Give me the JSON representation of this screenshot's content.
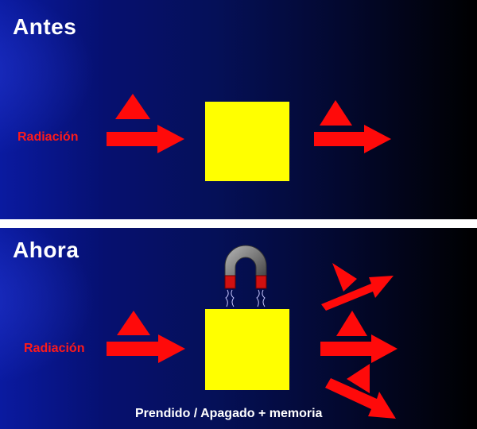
{
  "top_panel": {
    "title": "Antes",
    "radiation_label": "Radiación"
  },
  "bottom_panel": {
    "title": "Ahora",
    "radiation_label": "Radiación",
    "caption": "Prendido / Apagado + memoria"
  },
  "colors": {
    "arrow": "#ff0a0a",
    "box": "#ffff00",
    "background_start": "#0a1aa0",
    "background_end": "#000000"
  }
}
